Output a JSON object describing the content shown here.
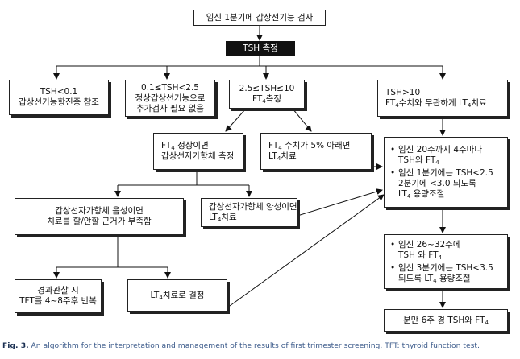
{
  "nodes": {
    "start": {
      "text": "임신 1분기에 갑상선기능 검사"
    },
    "tsh_measure": {
      "text": "TSH 측정"
    },
    "tsh_low": {
      "line1": "TSH<0.1",
      "line2": "갑상선기능항진증 참조"
    },
    "tsh_borderline": {
      "line1": "0.1≤TSH<2.5",
      "line2": "정상갑상선기능으로",
      "line3": "추가검사 필요 없음"
    },
    "tsh_mid": {
      "line1": "2.5≤TSH≤10",
      "line2_pre": "FT",
      "line2_sub": "4",
      "line2_post": "측정"
    },
    "tsh_high": {
      "line1": "TSH>10",
      "line2_a": "FT",
      "line2_sub1": "4",
      "line2_b": "수치와 무관하게 LT",
      "line2_sub2": "4",
      "line2_c": "치료"
    },
    "ft4_normal": {
      "line1_pre": "FT",
      "line1_sub": "4",
      "line1_post": " 정상이면",
      "line2": "갑상선자가항체 측정"
    },
    "ft4_low": {
      "line1_pre": "FT",
      "line1_sub": "4",
      "line1_post": " 수치가 5% 아래면",
      "line2_pre": "LT",
      "line2_sub": "4",
      "line2_post": "치료"
    },
    "monitoring": {
      "b1_l1": "임신 20주까지 4주마다",
      "b1_l2_pre": "TSH와 FT",
      "b1_l2_sub": "4",
      "b2_l1": "임신 1분기에는 TSH<2.5",
      "b2_l2": "2분기에 <3.0 되도록",
      "b2_l3_pre": "LT",
      "b2_l3_sub": "4",
      "b2_l3_post": " 용량조절"
    },
    "antibody_negative": {
      "line1": "갑상선자가항체 음성이면",
      "line2": "치료를 할/안할 근거가 부족함"
    },
    "antibody_positive": {
      "line1": "갑상선자가항체 양성이면",
      "line2_pre": "LT",
      "line2_sub": "4",
      "line2_post": "치료"
    },
    "followup": {
      "line1": "경과관찰 시",
      "line2": "TFT를 4~8주후 반복"
    },
    "lt4_decide": {
      "pre": "LT",
      "sub": "4",
      "post": "치료로 결정"
    },
    "later_monitoring": {
      "b1_l1": "임신 26~32주에",
      "b1_l2_pre": "TSH 와 FT",
      "b1_l2_sub": "4",
      "b2_l1": "임신 3분기에는 TSH<3.5",
      "b2_l2_pre": "되도록 LT",
      "b2_l2_sub": "4",
      "b2_l2_post": " 용량조절"
    },
    "postpartum": {
      "pre": "분만 6주 경 TSH와 FT",
      "sub": "4"
    }
  },
  "caption": {
    "label": "Fig. 3.",
    "text": " An algorithm for the interpretation and management of the results of first trimester screening. TFT: thyroid function test."
  }
}
